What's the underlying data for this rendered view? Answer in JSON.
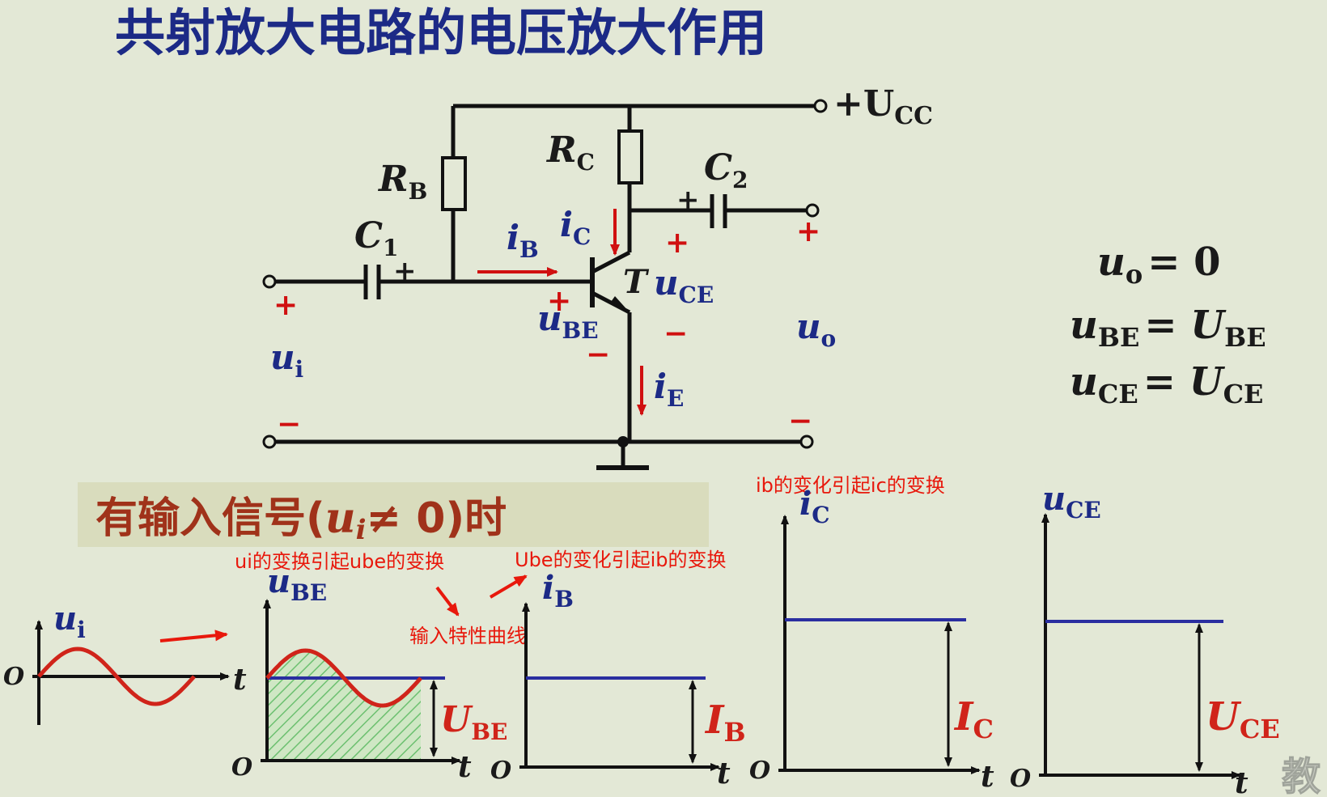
{
  "slide": {
    "title": "共射放大电路的电压放大作用",
    "banner": "有输入信号(ui≠0)时",
    "banner_parts": {
      "pre": "有输入信号(",
      "u": "u",
      "i": "i",
      "post": "≠ 0)时"
    }
  },
  "circuit": {
    "supply": {
      "main": "+U",
      "sub": "CC"
    },
    "rb": {
      "main": "R",
      "sub": "B"
    },
    "rc": {
      "main": "R",
      "sub": "C"
    },
    "c1": {
      "main": "C",
      "sub": "1"
    },
    "c2": {
      "main": "C",
      "sub": "2"
    },
    "ib": {
      "main": "i",
      "sub": "B"
    },
    "ic": {
      "main": "i",
      "sub": "C"
    },
    "ie": {
      "main": "i",
      "sub": "E"
    },
    "transistor": "T",
    "uce": {
      "main": "u",
      "sub": "CE"
    },
    "ube": {
      "main": "u",
      "sub": "BE"
    },
    "ui": {
      "main": "u",
      "sub": "i"
    },
    "uo": {
      "main": "u",
      "sub": "o"
    },
    "plus": "+",
    "minus": "−"
  },
  "equations": [
    {
      "lhs": "u",
      "lhs_sub": "o",
      "rhs": "= 0",
      "rhs_sub": ""
    },
    {
      "lhs": "u",
      "lhs_sub": "BE",
      "rhs": "= U",
      "rhs_sub": "BE"
    },
    {
      "lhs": "u",
      "lhs_sub": "CE",
      "rhs": "= U",
      "rhs_sub": "CE"
    }
  ],
  "plots": {
    "ui": {
      "ylabel": "u",
      "ysub": "i",
      "xlabel": "t",
      "origin": "O"
    },
    "ube": {
      "ylabel": "u",
      "ysub": "BE",
      "xlabel": "t",
      "origin": "O",
      "level": "U",
      "level_sub": "BE"
    },
    "ib": {
      "ylabel": "i",
      "ysub": "B",
      "xlabel": "t",
      "origin": "O",
      "level": "I",
      "level_sub": "B"
    },
    "ic": {
      "ylabel": "i",
      "ysub": "C",
      "xlabel": "t",
      "origin": "O",
      "level": "I",
      "level_sub": "C"
    },
    "uce": {
      "ylabel": "u",
      "ysub": "CE",
      "xlabel": "t",
      "origin": "O",
      "level": "U",
      "level_sub": "CE"
    }
  },
  "annotations": {
    "ui_to_ube": "ui的变换引起ube的变换",
    "ube_to_ib": "Ube的变化引起ib的变换",
    "ib_to_ic": "ib的变化引起ic的变换",
    "input_curve": "输入特性曲线"
  },
  "watermark": "教",
  "colors": {
    "wire": "#111111",
    "blue_label": "#1c2a86",
    "red_sign": "#d01010",
    "annotation": "#e8180c",
    "sine": "#d0241a",
    "level_line": "#2a2ea0",
    "hatch": "#6cc070"
  }
}
